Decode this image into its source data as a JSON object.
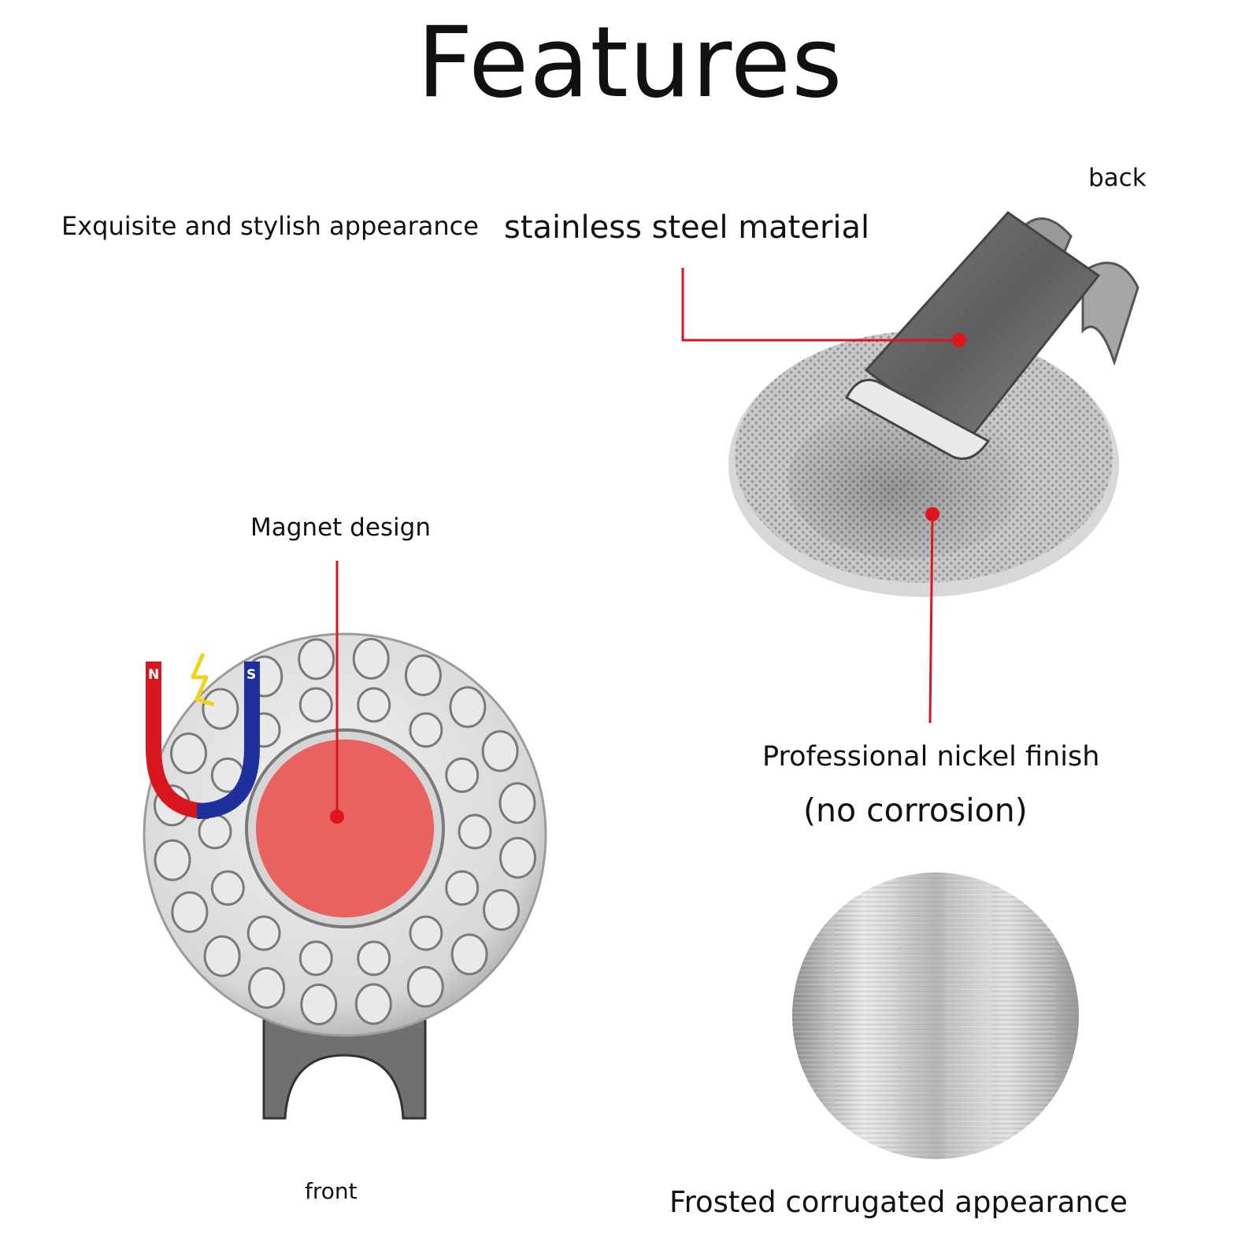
{
  "header": {
    "title": "Features"
  },
  "labels": {
    "back": "back",
    "exquisite": "Exquisite and stylish appearance",
    "stainless": "stainless steel material",
    "magnet": "Magnet design",
    "nickel": "Professional nickel finish",
    "no_corrosion": "(no corrosion)",
    "front": "front",
    "frosted": "Frosted corrugated appearance"
  },
  "magnet_poles": {
    "north": "N",
    "south": "S"
  },
  "colors": {
    "callout_line": "#e0141c",
    "magnet_red": "#d9161d",
    "magnet_blue": "#1f2f9c",
    "center_insert": "#e8625f",
    "bolt_yellow": "#f2d21a"
  },
  "icons": [
    "magnet-icon",
    "lightning-bolt-icon"
  ]
}
